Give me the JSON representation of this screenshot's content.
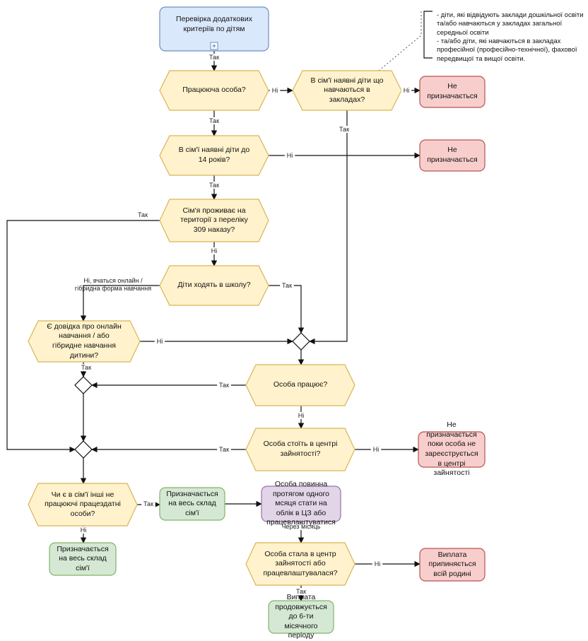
{
  "colors": {
    "blue_fill": "#dae8fc",
    "blue_stroke": "#6c8ebf",
    "yellow_fill": "#fff2cc",
    "yellow_stroke": "#d6b656",
    "red_fill": "#f8cecc",
    "red_stroke": "#b85450",
    "green_fill": "#d5e8d4",
    "green_stroke": "#82b366",
    "purple_fill": "#e1d5e7",
    "purple_stroke": "#9673a6"
  },
  "icons": {
    "expand": "plus-square-icon"
  },
  "nodes": {
    "start": "Перевірка додаткових критеріїв по дітям",
    "working_person": "Працююча особа?",
    "children_studying": "В сім'ї наявні діти що навчаються в закладах?",
    "not_assigned_1": "Не призначається",
    "children_under_14": "В сім'ї наявні діти до 14 років?",
    "not_assigned_2": "Не призначається",
    "territory": "Сім'я проживає на території з переліку 309 наказу?",
    "school": "Діти ходять в школу?",
    "certificate": "Є довідка про онлайн навчання / або гібридне навчання дитини?",
    "person_works": "Особа працює?",
    "employment_center": "Особа стоїть в центрі зайнятості?",
    "not_assigned_until": "Не призначається поки особа не зареєструється в центрі зайнятості",
    "other_unemployed": "Чи є в сім'ї інші не працюючі працездатні особи?",
    "assigned_whole_1": "Призначається на весь склад сім'ї",
    "must_register": "Особа повинна протягом одного мсяця стати на облік в ЦЗ або працевлаштуватися",
    "assigned_whole_2": "Призначається на весь склад сім'ї",
    "became_registered": "Особа стала в центр зайнятості або працевлаштувалася?",
    "payment_stops": "Виплата припиняється всій родині",
    "payment_continues": "Виплата продовжується до 6-ти місячного періоду"
  },
  "note": {
    "line1": "- діти, які відвідують заклади дошкільної освіти та/або навчаються у закладах загальної середньої освіти",
    "line2": "- та/або діти, які навчаються в закладах професійної (професійно-технічної), фахової передвищої та вищої освіти."
  },
  "labels": {
    "e_start": "Так",
    "e_work_no": "Ні",
    "e_stud_no": "Ні",
    "e_stud_yes": "Так",
    "e_work_yes": "Так",
    "e_u14_no": "Ні",
    "e_u14_yes": "Так",
    "e_terr_yes": "Так",
    "e_terr_no": "Ні",
    "e_school_no": "Ні, вчаться онлайн / гібридна форма навчання",
    "e_school_yes": "Так",
    "e_cert_no": "Ні",
    "e_cert_yes": "Так",
    "e_works_yes": "Так",
    "e_works_no": "Ні",
    "e_center_yes": "Так",
    "e_center_no": "Ні",
    "e_other_yes": "Так",
    "e_other_no": "Ні",
    "e_month": "Через місяць",
    "e_became_no": "Ні",
    "e_became_yes": "Так"
  }
}
